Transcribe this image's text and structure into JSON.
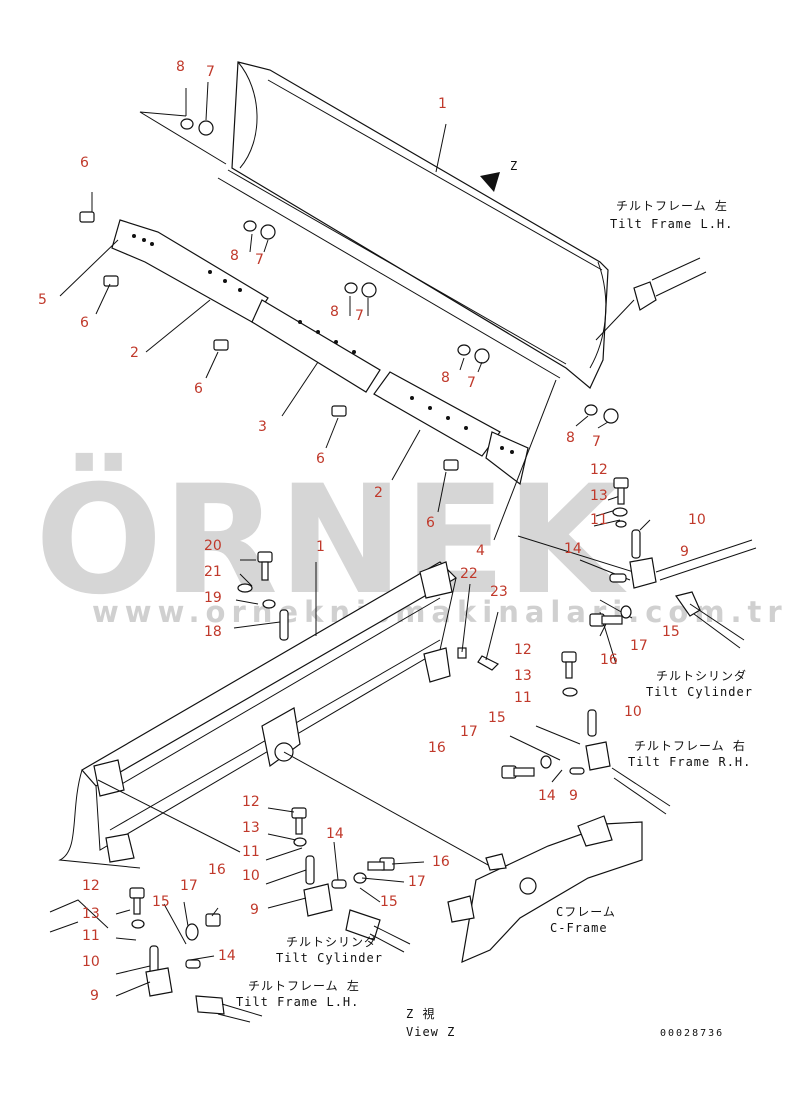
{
  "watermark": {
    "brand": "ÖRNEK",
    "url": "www.orneknismakinalari.com.tr",
    "dots_color": "#f0d98a"
  },
  "view_z_marker": "Z",
  "labels": {
    "tilt_frame_lh_top_jp": "チルトフレーム 左",
    "tilt_frame_lh_top_en": "Tilt Frame L.H.",
    "tilt_cylinder_right_jp": "チルトシリンダ",
    "tilt_cylinder_right_en": "Tilt Cylinder",
    "tilt_frame_rh_jp": "チルトフレーム 右",
    "tilt_frame_rh_en": "Tilt Frame R.H.",
    "tilt_cylinder_bottom_jp": "チルトシリンダ",
    "tilt_cylinder_bottom_en": "Tilt Cylinder",
    "tilt_frame_lh_bottom_jp": "チルトフレーム 左",
    "tilt_frame_lh_bottom_en": "Tilt Frame L.H.",
    "c_frame_jp": "Cフレーム",
    "c_frame_en": "C-Frame",
    "view_jp": "Z 視",
    "view_en": "View Z"
  },
  "drawing_code": "00028736",
  "part_numbers": {
    "top": [
      "8",
      "7",
      "1",
      "6",
      "8",
      "7",
      "5",
      "6",
      "8",
      "7",
      "2",
      "8",
      "7",
      "6",
      "3",
      "6",
      "8",
      "7",
      "2",
      "6",
      "4"
    ],
    "middle": [
      "12",
      "13",
      "11",
      "10",
      "9",
      "14",
      "20",
      "21",
      "19",
      "18",
      "1",
      "22",
      "23",
      "15",
      "16",
      "17",
      "12",
      "13",
      "11",
      "10",
      "15",
      "16",
      "17",
      "14",
      "9"
    ],
    "bottom": [
      "12",
      "13",
      "11",
      "10",
      "9",
      "14",
      "16",
      "17",
      "15",
      "12",
      "13",
      "11",
      "10",
      "9",
      "17",
      "15",
      "16",
      "14"
    ]
  },
  "colors": {
    "callout": "#c0392b",
    "line": "#111111"
  }
}
